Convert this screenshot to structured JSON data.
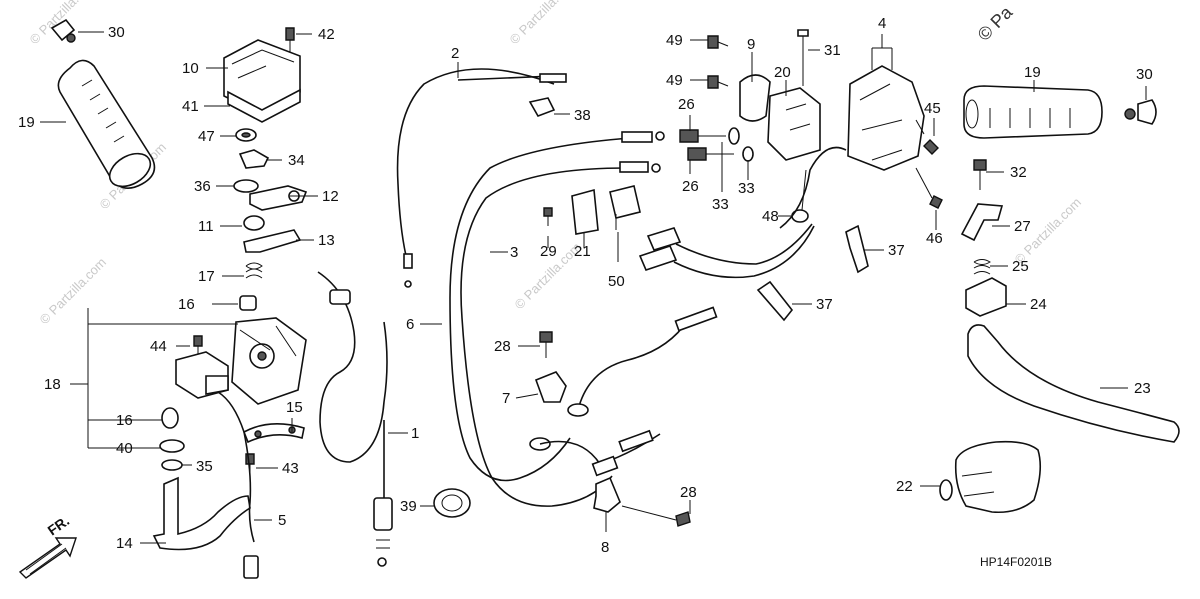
{
  "watermark": {
    "text": "© Partzilla.com",
    "corner_text": "© Pa"
  },
  "diagram_code": "HP14F0201B",
  "direction_marker": {
    "label": "FR.",
    "icon": "front-arrow-icon"
  },
  "part_numbers": [
    "1",
    "2",
    "3",
    "4",
    "5",
    "6",
    "7",
    "8",
    "9",
    "10",
    "11",
    "12",
    "13",
    "14",
    "15",
    "16",
    "17",
    "18",
    "19",
    "20",
    "21",
    "22",
    "23",
    "24",
    "25",
    "26",
    "27",
    "28",
    "29",
    "30",
    "31",
    "32",
    "33",
    "34",
    "35",
    "36",
    "37",
    "38",
    "39",
    "40",
    "41",
    "42",
    "43",
    "44",
    "45",
    "46",
    "47",
    "48",
    "49",
    "50"
  ],
  "callouts": {
    "c30a": "30",
    "c42": "42",
    "c10": "10",
    "c41": "41",
    "c19a": "19",
    "c47": "47",
    "c34": "34",
    "c36": "36",
    "c12": "12",
    "c11": "11",
    "c13": "13",
    "c17": "17",
    "c16a": "16",
    "c18": "18",
    "c44": "44",
    "c16b": "16",
    "c40": "40",
    "c35": "35",
    "c15": "15",
    "c43": "43",
    "c5": "5",
    "c14": "14",
    "c2": "2",
    "c6": "6",
    "c1": "1",
    "c39": "39",
    "c3": "3",
    "c38": "38",
    "c29": "29",
    "c21": "21",
    "c50": "50",
    "c28a": "28",
    "c7": "7",
    "c8": "8",
    "c28b": "28",
    "c49a": "49",
    "c49b": "49",
    "c9": "9",
    "c20": "20",
    "c31": "31",
    "c26a": "26",
    "c26b": "26",
    "c33a": "33",
    "c33b": "33",
    "c48": "48",
    "c4": "4",
    "c45": "45",
    "c46": "46",
    "c19b": "19",
    "c30b": "30",
    "c32": "32",
    "c27": "27",
    "c37a": "37",
    "c37b": "37",
    "c25": "25",
    "c24": "24",
    "c23": "23",
    "c22": "22"
  }
}
